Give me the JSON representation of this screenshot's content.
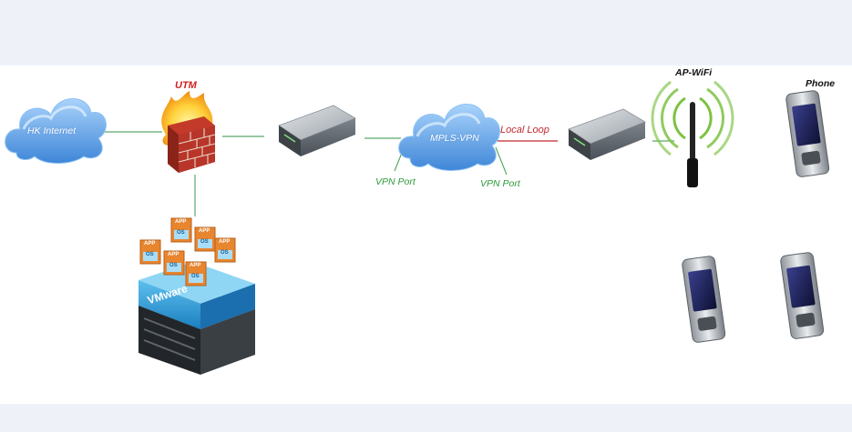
{
  "labels": {
    "hk_internet": "HK Internet",
    "utm": "UTM",
    "mpls_vpn": "MPLS-VPN",
    "local_loop": "Local Loop",
    "vpn_port_left": "VPN Port",
    "vpn_port_right": "VPN Port",
    "ap_wifi": "AP-WiFi",
    "phone": "Phone",
    "vmware": "VMware"
  },
  "vm_tile": {
    "top": "APP",
    "bottom": "OS"
  },
  "colors": {
    "band": "#eef2f8",
    "link_green": "#5aa86a",
    "vpn_green": "#2e9a3a",
    "loop_red": "#c0282d",
    "cloud_blue": "#4f95e0",
    "vmware_blue": "#1d87c9",
    "vm_orange": "#e8852f"
  },
  "icons": [
    "cloud-icon",
    "firewall-icon",
    "switch-icon",
    "antenna-icon",
    "phone-icon",
    "server-icon"
  ]
}
